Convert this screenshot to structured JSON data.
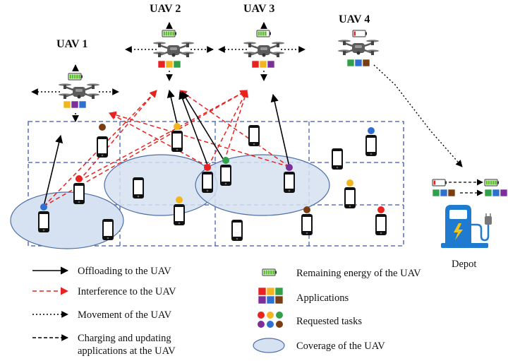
{
  "uavs": [
    {
      "label": "UAV 1",
      "battery": "full",
      "apps": [
        "yellow",
        "purple",
        "blue"
      ]
    },
    {
      "label": "UAV 2",
      "battery": "full",
      "apps": [
        "red",
        "yellow",
        "green"
      ]
    },
    {
      "label": "UAV 3",
      "battery": "medium",
      "apps": [
        "red",
        "yellow",
        "purple"
      ]
    },
    {
      "label": "UAV 4",
      "battery": "low",
      "apps": [
        "green",
        "blue",
        "brown"
      ]
    }
  ],
  "depot": {
    "label": "Depot",
    "battery_before": "low",
    "battery_after": "full",
    "apps_after": [
      "green",
      "blue",
      "purple"
    ]
  },
  "legend": {
    "offloading": "Offloading to the UAV",
    "interference": "Interference to the UAV",
    "movement": "Movement of the UAV",
    "charging_line1": "Charging and updating",
    "charging_line2": "applications at the UAV",
    "energy": "Remaining energy of the UAV",
    "applications": "Applications",
    "tasks": "Requested tasks",
    "coverage": "Coverage of the UAV"
  },
  "colors": {
    "red": "#e8231f",
    "yellow": "#f2b51d",
    "green": "#31a049",
    "blue": "#2e6fd0",
    "purple": "#7b2f9b",
    "brown": "#7a3d12",
    "coverage_fill": "#d6e2f1",
    "coverage_stroke": "#4f6fa6",
    "grid": "#3a56b8",
    "interference": "#e8231f",
    "battery_green": "#5cc12c",
    "battery_red": "#e8231f",
    "depot_blue": "#1f7bd0"
  }
}
